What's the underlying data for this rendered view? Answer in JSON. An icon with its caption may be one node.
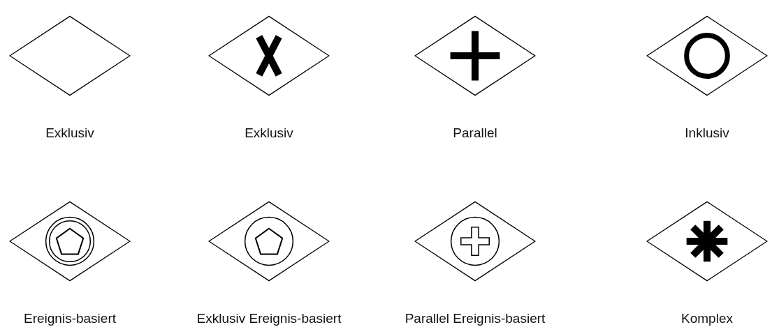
{
  "diagram": {
    "nodes": [
      {
        "text": [
          "Exklusiv"
        ]
      },
      {
        "text": [
          "Exklusiv"
        ]
      },
      {
        "text": [
          "Parallel"
        ]
      },
      {
        "text": [
          "Inklusiv"
        ]
      },
      {
        "text": [
          "Ereignis-basiert"
        ]
      },
      {
        "text": [
          "Exklusiv Ereignis-basiert"
        ]
      },
      {
        "text": [
          "Parallel Ereignis-basiert"
        ]
      },
      {
        "text": [
          "Komplex"
        ]
      }
    ]
  }
}
